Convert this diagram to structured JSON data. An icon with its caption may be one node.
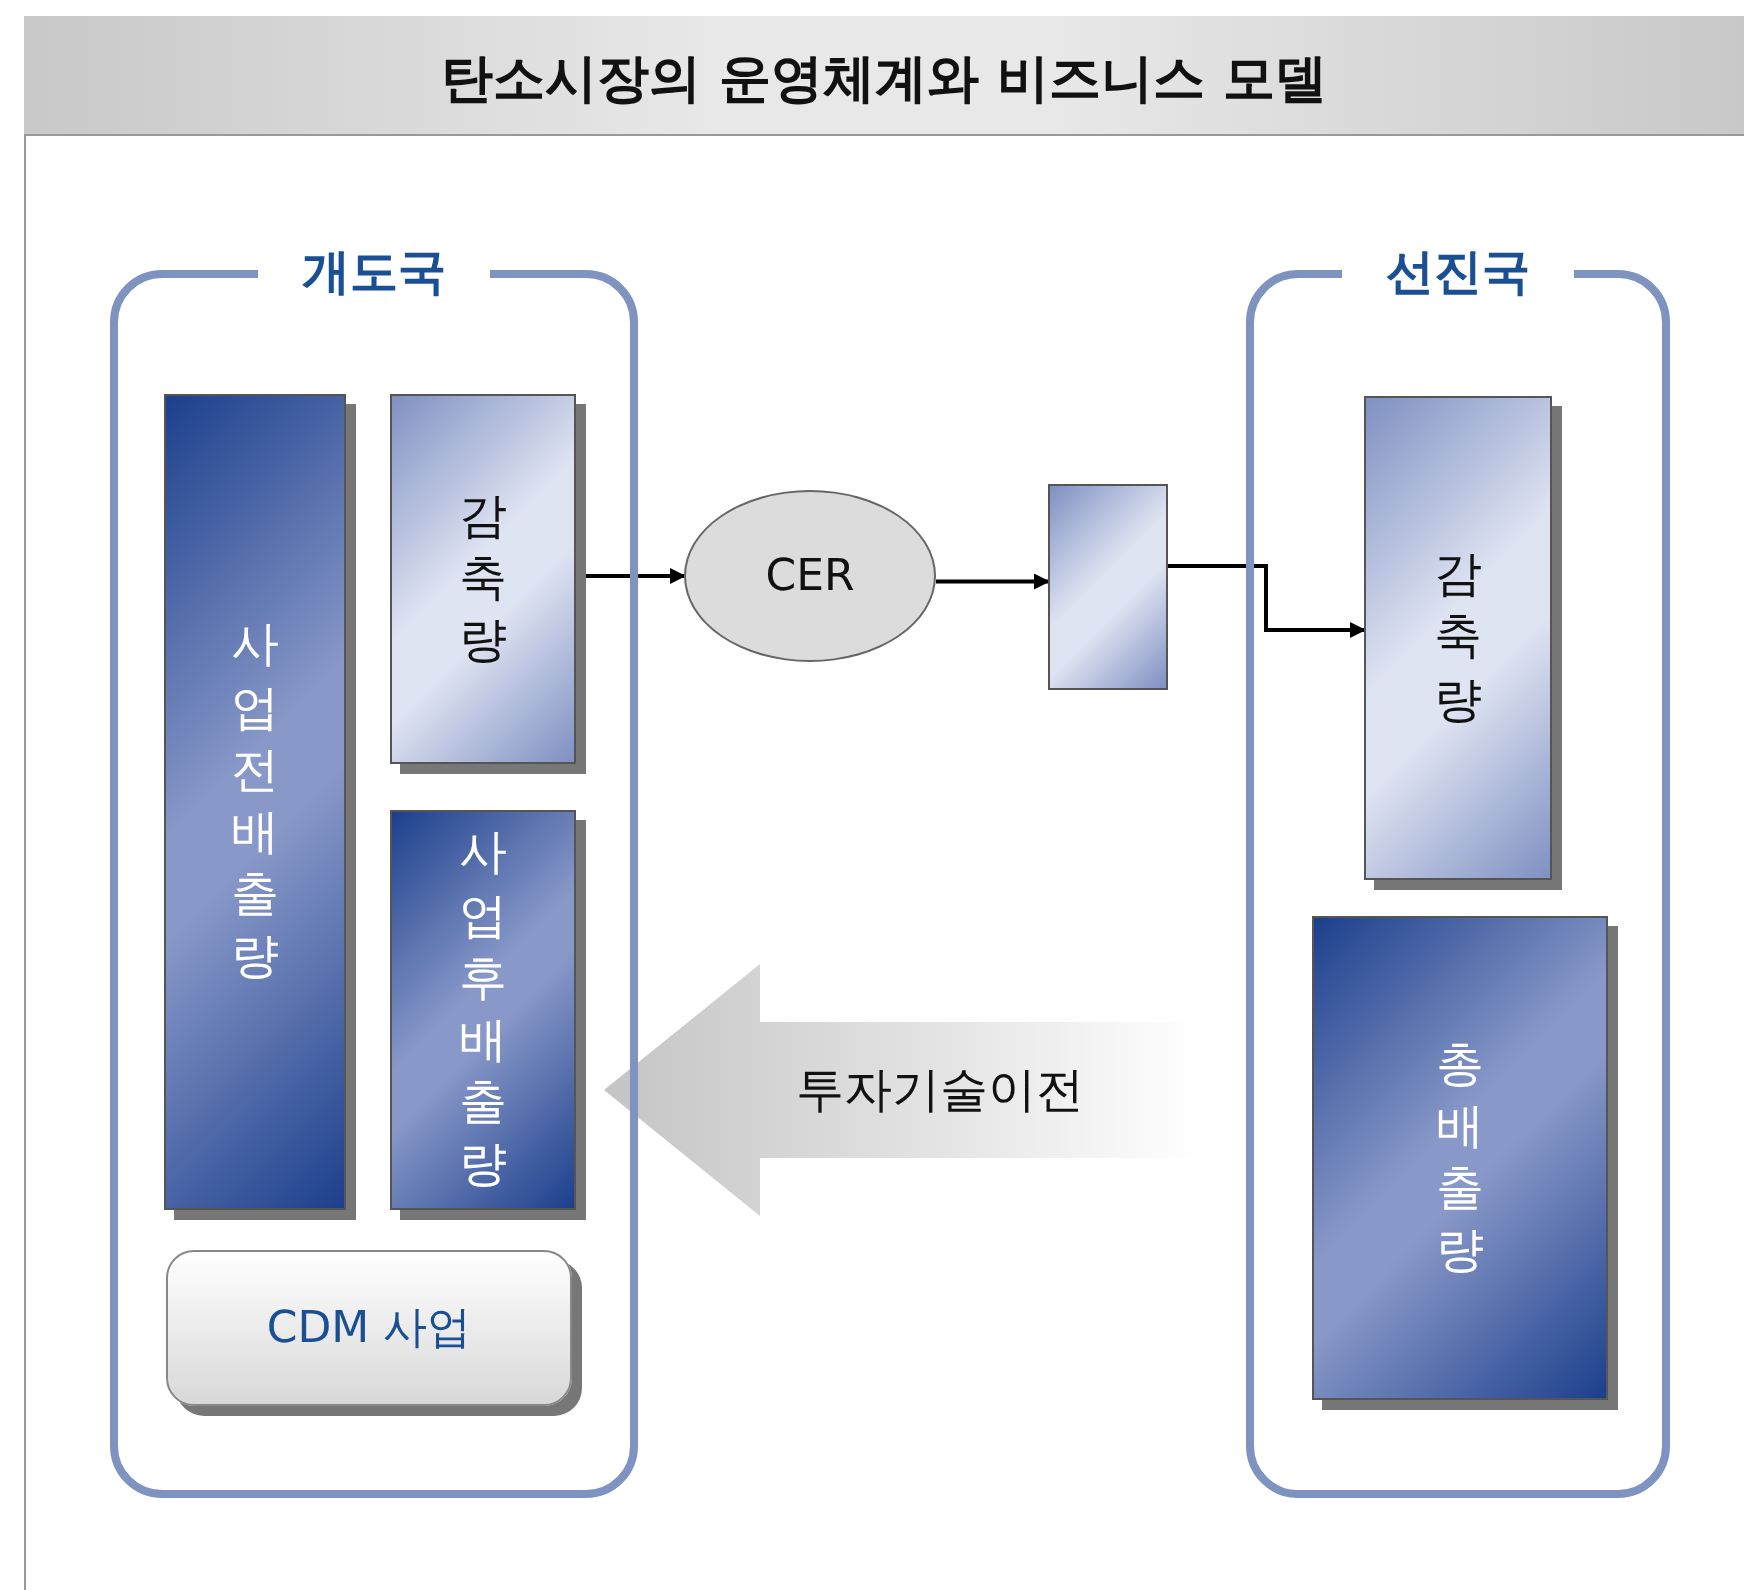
{
  "diagram": {
    "title": "탄소시장의 운영체계와 비즈니스 모델",
    "nodes": [
      {
        "text": [
          "개도국"
        ]
      },
      {
        "text": [
          "사업전배출량"
        ],
        "in": 0
      },
      {
        "text": [
          "감축량"
        ],
        "in": 0
      },
      {
        "text": [
          "사업후배출량"
        ],
        "in": 0
      },
      {
        "text": [
          "CDM 사업"
        ],
        "in": 0
      },
      {
        "text": [
          "CER"
        ]
      },
      {
        "text": [],
        "shape": "box"
      },
      {
        "text": [
          "선진국"
        ]
      },
      {
        "text": [
          "감축량"
        ],
        "in": 7
      },
      {
        "text": [
          "총배출량"
        ],
        "in": 7
      }
    ],
    "edges": [
      {
        "from": 2,
        "to": 5,
        "arrow": "to"
      },
      {
        "from": 5,
        "to": 6,
        "arrow": "to"
      },
      {
        "from": 6,
        "to": 8,
        "arrow": "to"
      },
      {
        "from": null,
        "to": 3,
        "arrow": "to",
        "label": "투자기술이전",
        "style": "thick",
        "color": "#c4c4c4"
      }
    ]
  }
}
